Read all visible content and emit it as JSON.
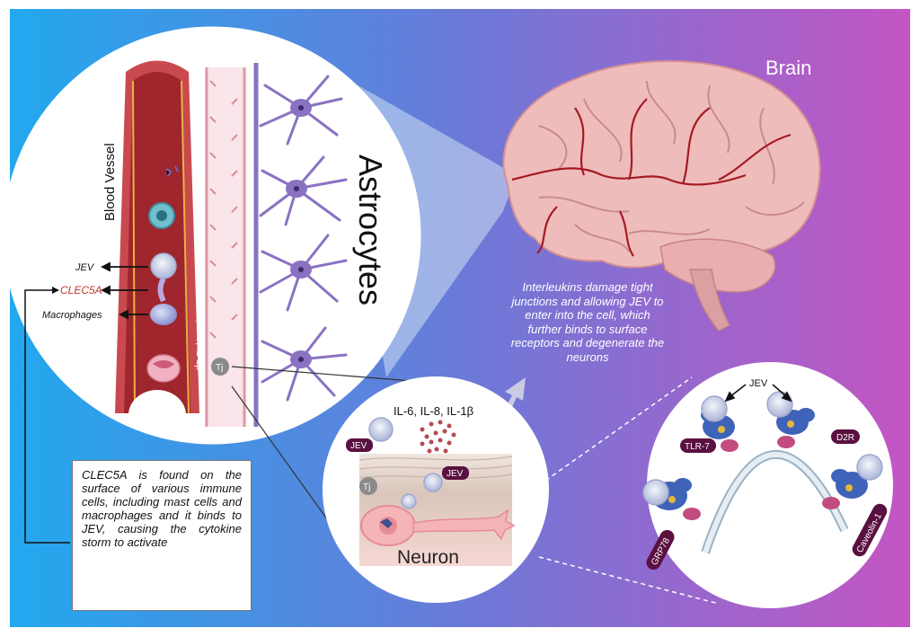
{
  "labels": {
    "brain": "Brain",
    "blood_vessel": "Blood Vessel",
    "astrocytes": "Astrocytes",
    "jev": "JEV",
    "clec5a": "CLEC5A",
    "macrophages": "Macrophages",
    "interleukins_vertical": "IL-6, IL-8, IL-1β",
    "tj": "Tj",
    "interleukins": "IL-6, IL-8, IL-1β",
    "neuron": "Neuron",
    "jev_top": "JEV",
    "tlr7": "TLR-7",
    "d2r": "D2R",
    "grp78": "GRP78",
    "caveolin": "Caveolin-1"
  },
  "notes": {
    "interleukins_damage": "Interleukins damage tight junctions and allowing JEV to enter into the cell, which further binds to surface receptors and degenerate the neurons",
    "clec5a_box": "CLEC5A is found on the surface of various immune cells, including mast cells and macrophages and it binds to JEV, causing the cytokine storm to activate"
  },
  "colors": {
    "bg_left": "#2aa6ec",
    "bg_mid": "#6b79d8",
    "bg_right": "#c257c4",
    "vessel": "#b8383e",
    "vessel_dark": "#8e1f25",
    "astro": "#8a72c2",
    "brain_pink": "#efb8b8",
    "clec5a_text": "#c0392b",
    "label_pill": "#5a1040"
  }
}
